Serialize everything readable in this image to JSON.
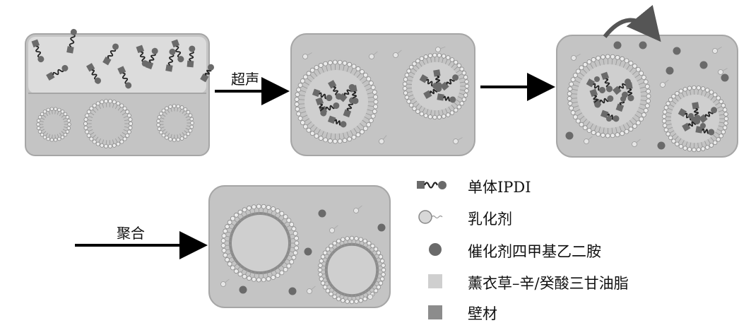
{
  "steps": {
    "ultrasound": "超声",
    "polymerize": "聚合"
  },
  "legend": [
    {
      "icon": "monomer-ipdi-icon",
      "label": "单体IPDI"
    },
    {
      "icon": "emulsifier-icon",
      "label": "乳化剂"
    },
    {
      "icon": "catalyst-dot-icon",
      "label": "催化剂四甲基乙二胺"
    },
    {
      "icon": "lavender-core-square-icon",
      "label": "薰衣草–辛/癸酸三甘油脂"
    },
    {
      "icon": "wall-material-square-icon",
      "label": "壁材"
    }
  ],
  "colors": {
    "panel": "#c2c2c2",
    "panel_top": "#d9d9d9",
    "panel_border": "#a8a8a8",
    "dark_marker": "#6a6a6a",
    "light_square": "#cfcfcf",
    "arrow": "#000000"
  }
}
